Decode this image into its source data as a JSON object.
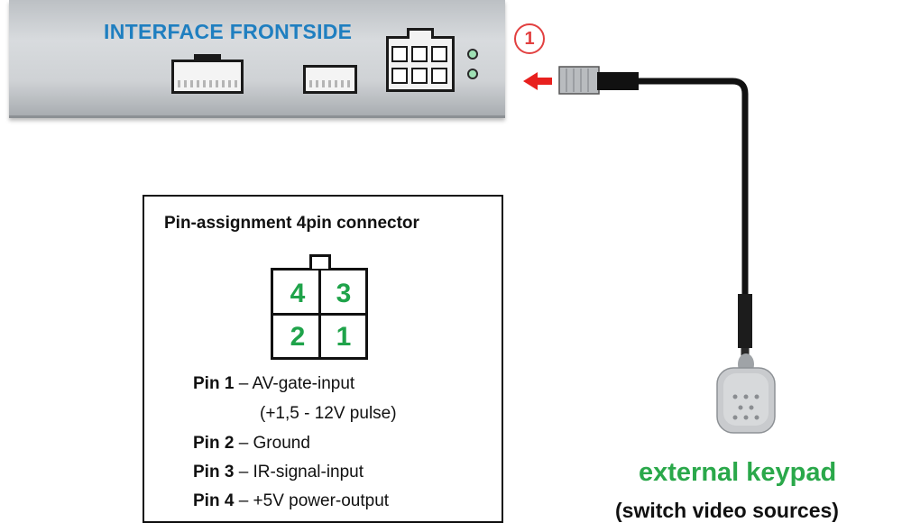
{
  "interface": {
    "title": "INTERFACE  FRONTSIDE"
  },
  "marker": {
    "number": "1",
    "color": "#e24040"
  },
  "pin_assignment": {
    "title": "Pin-assignment 4pin connector",
    "grid_numbers": [
      "4",
      "3",
      "2",
      "1"
    ],
    "number_color": "#1fa34a",
    "rows": [
      {
        "pin": "Pin 1",
        "desc": "– AV-gate-input"
      },
      {
        "pin": "",
        "desc": "(+1,5 - 12V pulse)"
      },
      {
        "pin": "Pin 2",
        "desc": "– Ground"
      },
      {
        "pin": "Pin 3",
        "desc": "– IR-signal-input"
      },
      {
        "pin": "Pin 4",
        "desc": "– +5V power-output"
      }
    ]
  },
  "keypad": {
    "label": "external keypad",
    "sublabel": "(switch video sources)",
    "label_color": "#2aa84a"
  },
  "colors": {
    "interface_title": "#1f7fc0",
    "arrow": "#e8201e",
    "led": "#9fe0b4"
  }
}
